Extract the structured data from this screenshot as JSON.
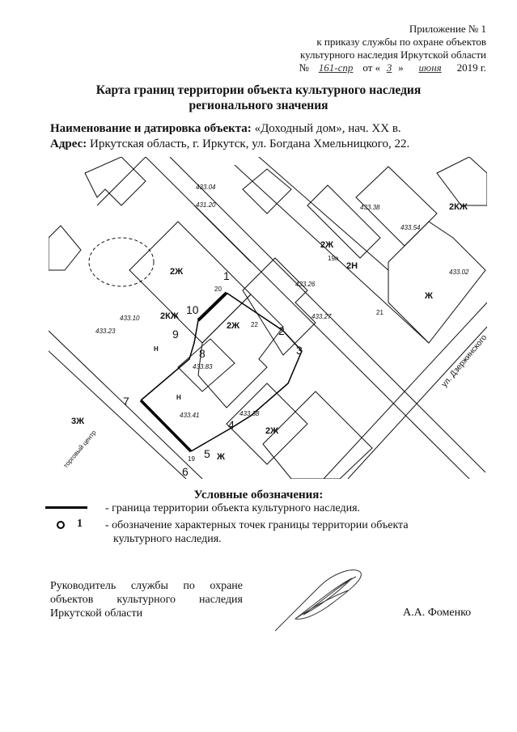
{
  "appendix": {
    "line1": "Приложение № 1",
    "line2": "к приказу службы по охране объектов",
    "line3": "культурного наследия Иркутской области",
    "number_prefix": "№",
    "number_handwritten": "161-спр",
    "date_from": "от «",
    "day_handwritten": "3",
    "date_mid": "»",
    "month_handwritten": "июня",
    "year": "2019 г."
  },
  "title": {
    "line1": "Карта границ территории объекта культурного наследия",
    "line2": "регионального значения"
  },
  "object": {
    "name_label": "Наименование и датировка объекта:",
    "name_value": "«Доходный дом», нач. XX в.",
    "address_label": "Адрес:",
    "address_value": "Иркутская область, г. Иркутск, ул. Богдана Хмельницкого, 22."
  },
  "map": {
    "points": [
      "1",
      "2",
      "3",
      "4",
      "5",
      "6",
      "7",
      "8",
      "9",
      "10"
    ],
    "labels": {
      "b1": "2Ж",
      "b2": "2КЖ",
      "b3": "2Ж",
      "b4": "Н",
      "b5": "2Ж",
      "b6": "2Ж",
      "b7": "Ж",
      "b8": "2КЖ",
      "b9": "Н",
      "b10": "3Ж",
      "b11": "2Н",
      "b12": "Ж",
      "house22": "22",
      "house20": "20",
      "house21": "21",
      "house19": "19",
      "house19a": "19а",
      "street": "ул. Дзержинского",
      "mall": "торговый центр",
      "elev1": "433.10",
      "elev2": "433.23",
      "elev3": "433.83",
      "elev4": "433.41",
      "elev5": "433.38",
      "elev6": "433.27",
      "elev7": "433.54",
      "elev8": "433.38",
      "elev9": "433.02",
      "elev10": "433.04",
      "elev11": "431.20",
      "elev12": "433.26"
    }
  },
  "legend": {
    "title": "Условные обозначения:",
    "boundary": "- граница территории объекта культурного наследия.",
    "point_symbol": "1",
    "points_line1": "- обозначение характерных точек границы территории объекта",
    "points_line2": "культурного наследия."
  },
  "signature": {
    "line1": "Руководитель службы по охране",
    "line2": "объектов культурного наследия",
    "line3": "Иркутской области",
    "name": "А.А. Фоменко"
  }
}
